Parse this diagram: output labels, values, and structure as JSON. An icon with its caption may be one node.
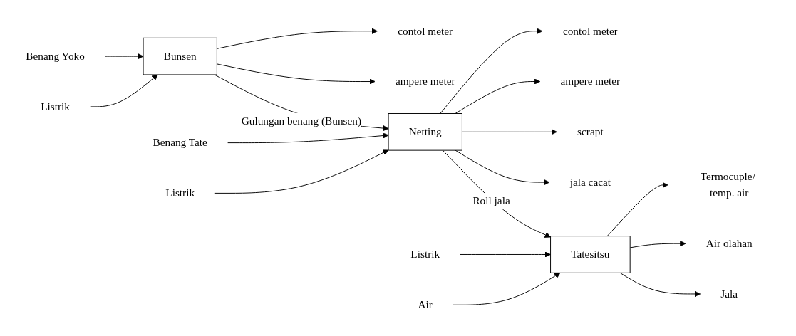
{
  "diagram": {
    "nodes": [
      {
        "text": [
          "Benang Yoko"
        ]
      },
      {
        "text": [
          "Listrik"
        ]
      },
      {
        "text": [
          "Bunsen"
        ]
      },
      {
        "text": [
          "contol meter"
        ]
      },
      {
        "text": [
          "ampere meter"
        ]
      },
      {
        "text": [
          "Benang Tate"
        ]
      },
      {
        "text": [
          "Listrik"
        ]
      },
      {
        "text": [
          "Netting"
        ]
      },
      {
        "text": [
          "contol meter"
        ]
      },
      {
        "text": [
          "ampere meter"
        ]
      },
      {
        "text": [
          "scrapt"
        ]
      },
      {
        "text": [
          "jala cacat"
        ]
      },
      {
        "text": [
          "Listrik"
        ]
      },
      {
        "text": [
          "Air"
        ]
      },
      {
        "text": [
          "Tatesitsu"
        ]
      },
      {
        "text": [
          "Termocuple/ temp. air"
        ]
      },
      {
        "text": [
          "Air olahan"
        ]
      },
      {
        "text": [
          "Jala"
        ]
      }
    ],
    "edges": [
      {
        "from": 0,
        "to": 2,
        "arrow": "to"
      },
      {
        "from": 1,
        "to": 2,
        "arrow": "to"
      },
      {
        "from": 2,
        "to": 3,
        "arrow": "to"
      },
      {
        "from": 2,
        "to": 4,
        "arrow": "to"
      },
      {
        "from": 2,
        "to": 7,
        "arrow": "to",
        "label": "Gulungan benang (Bunsen)"
      },
      {
        "from": 5,
        "to": 7,
        "arrow": "to"
      },
      {
        "from": 6,
        "to": 7,
        "arrow": "to"
      },
      {
        "from": 7,
        "to": 8,
        "arrow": "to"
      },
      {
        "from": 7,
        "to": 9,
        "arrow": "to"
      },
      {
        "from": 7,
        "to": 10,
        "arrow": "to"
      },
      {
        "from": 7,
        "to": 11,
        "arrow": "to"
      },
      {
        "from": 7,
        "to": 14,
        "arrow": "to",
        "label": "Roll jala"
      },
      {
        "from": 12,
        "to": 14,
        "arrow": "to"
      },
      {
        "from": 13,
        "to": 14,
        "arrow": "to"
      },
      {
        "from": 14,
        "to": 15,
        "arrow": "to"
      },
      {
        "from": 14,
        "to": 16,
        "arrow": "to"
      },
      {
        "from": 14,
        "to": 17,
        "arrow": "to"
      }
    ]
  }
}
